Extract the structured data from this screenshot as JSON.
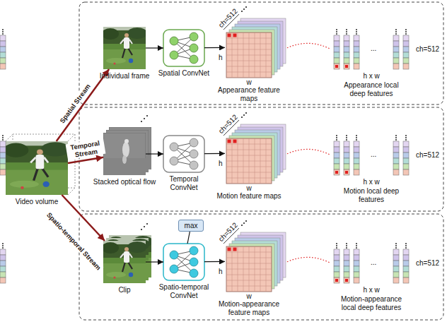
{
  "diagram": {
    "nodes": [
      {
        "text": [
          "Video volume"
        ]
      },
      {
        "text": [
          "Individual frame"
        ]
      },
      {
        "text": [
          "Spatial ConvNet"
        ]
      },
      {
        "text": [
          "Appearance feature maps"
        ]
      },
      {
        "text": [
          "Appearance local deep features"
        ]
      },
      {
        "text": [
          "Stacked optical flow"
        ]
      },
      {
        "text": [
          "Temporal ConvNet"
        ]
      },
      {
        "text": [
          "Motion feature maps"
        ]
      },
      {
        "text": [
          "Motion local deep features"
        ]
      },
      {
        "text": [
          "Clip"
        ]
      },
      {
        "text": [
          "Spatio-temporal ConvNet"
        ]
      },
      {
        "text": [
          "max"
        ]
      },
      {
        "text": [
          "Motion-appearance feature maps"
        ]
      },
      {
        "text": [
          "Motion-appearance local deep features"
        ]
      }
    ],
    "edges": [
      {
        "from": 0,
        "to": 1,
        "arrow": "to",
        "label": "Spatial Stream"
      },
      {
        "from": 0,
        "to": 5,
        "arrow": "to",
        "label": "Temporal Stream"
      },
      {
        "from": 0,
        "to": 9,
        "arrow": "to",
        "label": "Spatio-temporal Stream"
      },
      {
        "from": 1,
        "to": 2,
        "arrow": "to"
      },
      {
        "from": 2,
        "to": 3,
        "arrow": "to"
      },
      {
        "from": 3,
        "to": 4,
        "arrow": "none"
      },
      {
        "from": 5,
        "to": 6,
        "arrow": "to"
      },
      {
        "from": 6,
        "to": 7,
        "arrow": "to"
      },
      {
        "from": 7,
        "to": 8,
        "arrow": "none"
      },
      {
        "from": 9,
        "to": 10,
        "arrow": "to"
      },
      {
        "from": 10,
        "to": 12,
        "arrow": "to"
      },
      {
        "from": 11,
        "to": 10,
        "arrow": "none"
      },
      {
        "from": 12,
        "to": 13,
        "arrow": "none"
      }
    ],
    "labels": [
      "ch=512",
      "h",
      "w",
      "...",
      "h x w",
      "ch=512",
      "ch=512",
      "h",
      "w",
      "...",
      "h x w",
      "ch=512",
      "ch=512",
      "h",
      "w",
      "...",
      "h x w",
      "ch=512"
    ]
  }
}
